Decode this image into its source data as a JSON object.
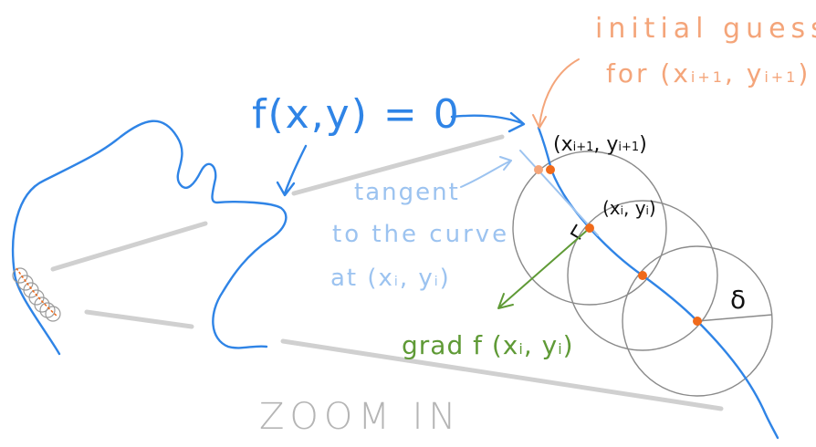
{
  "equation": "f(x,y) = 0",
  "labels": {
    "initial_guess_line1": "initial guess",
    "initial_guess_line2": "for (x",
    "initial_guess_sub1": "i+1",
    "initial_guess_mid": ", y",
    "initial_guess_sub2": "i+1",
    "initial_guess_close": ")",
    "next_point_open": "(x",
    "next_point_sub1": "i+1",
    "next_point_mid": ", y",
    "next_point_sub2": "i+1",
    "next_point_close": ")",
    "current_point_open": "(x",
    "current_point_sub1": "i",
    "current_point_mid": ", y",
    "current_point_sub2": "i",
    "current_point_close": ")",
    "tangent_line1": "tangent",
    "tangent_line2": "to the curve",
    "tangent_line3_open": "at (x",
    "tangent_line3_sub1": "i",
    "tangent_line3_mid": ", y",
    "tangent_line3_sub2": "i",
    "tangent_line3_close": ")",
    "gradient_open": "grad f (x",
    "gradient_sub1": "i",
    "gradient_mid": ", y",
    "gradient_sub2": "i",
    "gradient_close": ")",
    "step_size": "δ",
    "zoom": "zoom IN"
  },
  "colors": {
    "curve": "#2f84e6",
    "point": "#f06a1a",
    "guess": "#f4a57a",
    "tangent": "#9cc3f0",
    "gradient": "#5f9a36",
    "circle": "#8a8a8a",
    "zoom_guide": "#cfcfcf",
    "text_dark": "#111111"
  }
}
